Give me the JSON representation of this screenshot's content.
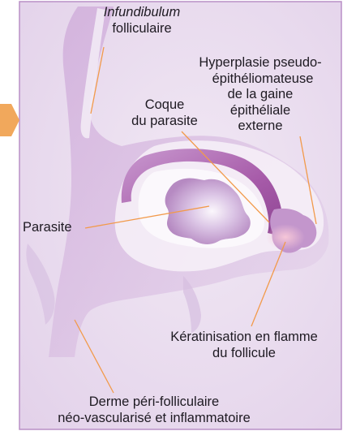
{
  "colors": {
    "background": "#eaddef",
    "frame_border": "#b98fc6",
    "arrow": "#f1a85c",
    "shell": "#a75ba9",
    "leader": "#f29a4a"
  },
  "labels": {
    "infundibulum": {
      "line1": "Infundibulum",
      "line2": "folliculaire"
    },
    "hyperplasie": {
      "line1": "Hyperplasie pseudo-",
      "line2": "épithéliomateuse",
      "line3": "de la gaine",
      "line4": "épithéliale",
      "line5": "externe"
    },
    "coque": {
      "line1": "Coque",
      "line2": "du parasite"
    },
    "parasite": "Parasite",
    "keratinisation": {
      "line1": "Kératinisation en flamme",
      "line2": "du follicule"
    },
    "derme": {
      "line1": "Derme péri-folliculaire",
      "line2": "néo-vascularisé et inflammatoire"
    }
  }
}
